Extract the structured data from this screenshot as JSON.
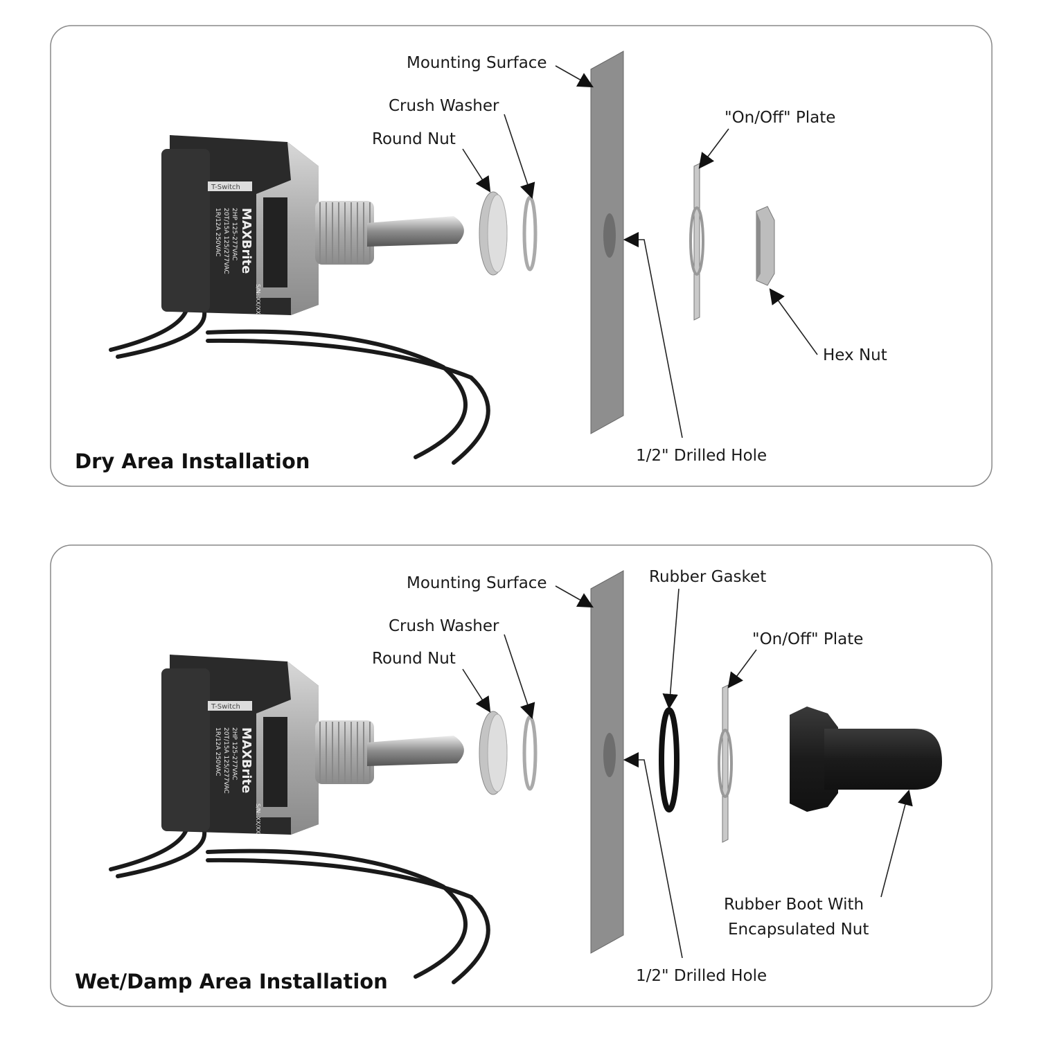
{
  "panels": [
    {
      "title": "Dry Area Installation",
      "labels": {
        "mounting_surface": "Mounting Surface",
        "crush_washer": "Crush Washer",
        "round_nut": "Round Nut",
        "on_off_plate": "\"On/Off\" Plate",
        "hex_nut": "Hex Nut",
        "drilled_hole": "1/2\" Drilled Hole"
      }
    },
    {
      "title": "Wet/Damp Area Installation",
      "labels": {
        "mounting_surface": "Mounting Surface",
        "rubber_gasket": "Rubber Gasket",
        "crush_washer": "Crush Washer",
        "round_nut": "Round Nut",
        "on_off_plate": "\"On/Off\" Plate",
        "rubber_boot_line1": "Rubber Boot With",
        "rubber_boot_line2": "Encapsulated Nut",
        "drilled_hole": "1/2\" Drilled Hole"
      }
    }
  ],
  "switch_markings": {
    "model": "T-Switch",
    "brand": "MAXBrite",
    "spec1": "2HP   125-277VAC",
    "spec2": "20T/15A  125/277VAC",
    "spec3": "1R/12A  250VAC",
    "serial": "S/N: XX/XX"
  }
}
